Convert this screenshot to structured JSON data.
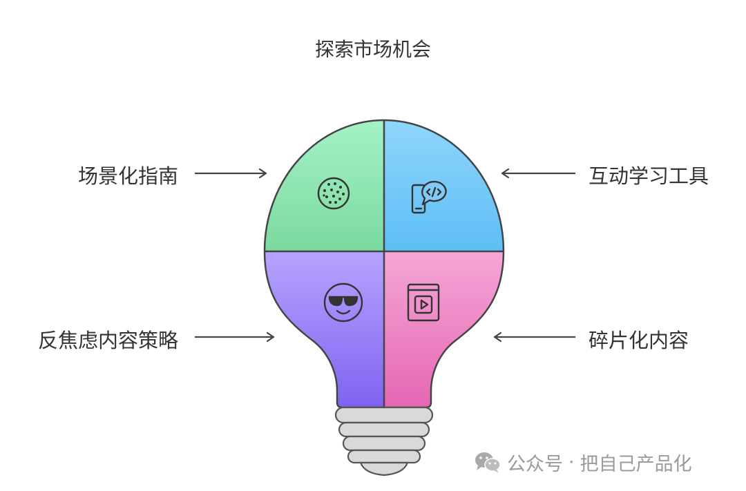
{
  "title": "探索市场机会",
  "quadrants": [
    {
      "label": "场景化指南",
      "icon": "globe-dots-icon",
      "color_top": "#a3f2c5",
      "color_bottom": "#7bd99f"
    },
    {
      "label": "互动学习工具",
      "icon": "phone-chat-code-icon",
      "color_top": "#8ed6fb",
      "color_bottom": "#5ebef5"
    },
    {
      "label": "反焦虑内容策略",
      "icon": "cool-face-icon",
      "color_top": "#b6a4ff",
      "color_bottom": "#7f63f0"
    },
    {
      "label": "碎片化内容",
      "icon": "video-book-icon",
      "color_top": "#f5a7d6",
      "color_bottom": "#e566b3"
    }
  ],
  "watermark": {
    "account": "公众号",
    "separator": "·",
    "name": "把自己产品化"
  }
}
